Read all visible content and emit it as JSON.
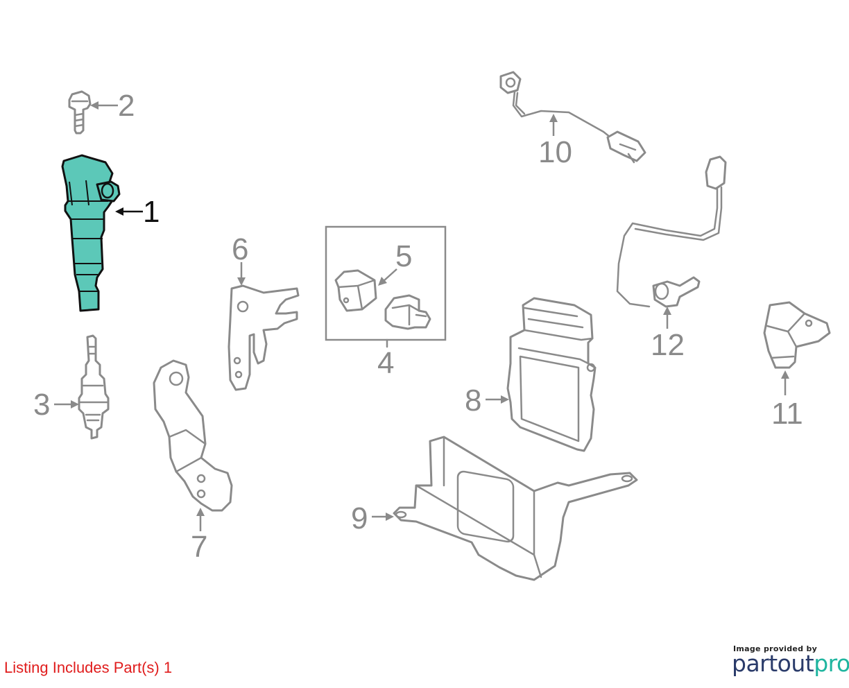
{
  "diagram": {
    "callouts": [
      "1",
      "2",
      "3",
      "4",
      "5",
      "6",
      "7",
      "8",
      "9",
      "10",
      "11",
      "12"
    ],
    "highlight_color": "#5cc8b8",
    "line_color": "#8a8a8a"
  },
  "footer": {
    "listing_text": "Listing Includes Part(s) 1",
    "provider_caption": "Image provided by",
    "brand_part1": "partout",
    "brand_part2": "pro"
  },
  "colors": {
    "listing": "#e01c1c",
    "brand_dark": "#2a3b6a",
    "brand_teal": "#1fb59f"
  }
}
